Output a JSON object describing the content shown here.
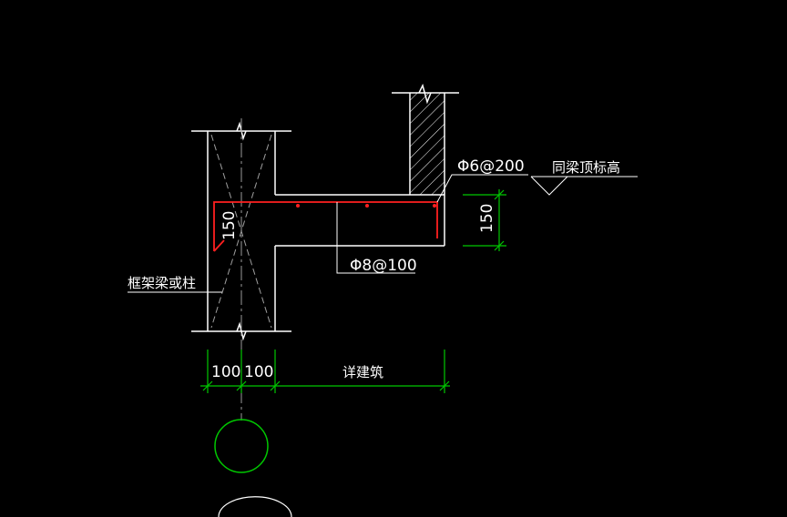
{
  "drawing": {
    "labels": {
      "top_rebar": "Φ6@200",
      "bottom_rebar": "Φ8@100",
      "elevation_note": "同梁顶标高",
      "column_note": "框架梁或柱",
      "slab_thickness": "150",
      "side_height": "150",
      "dim_left": "100",
      "dim_mid": "100",
      "dim_right": "详建筑"
    },
    "colors": {
      "background": "#000000",
      "outline": "#ffffff",
      "rebar": "#ff2020",
      "dimension": "#00c800",
      "center_line": "#9a9a9a"
    }
  }
}
